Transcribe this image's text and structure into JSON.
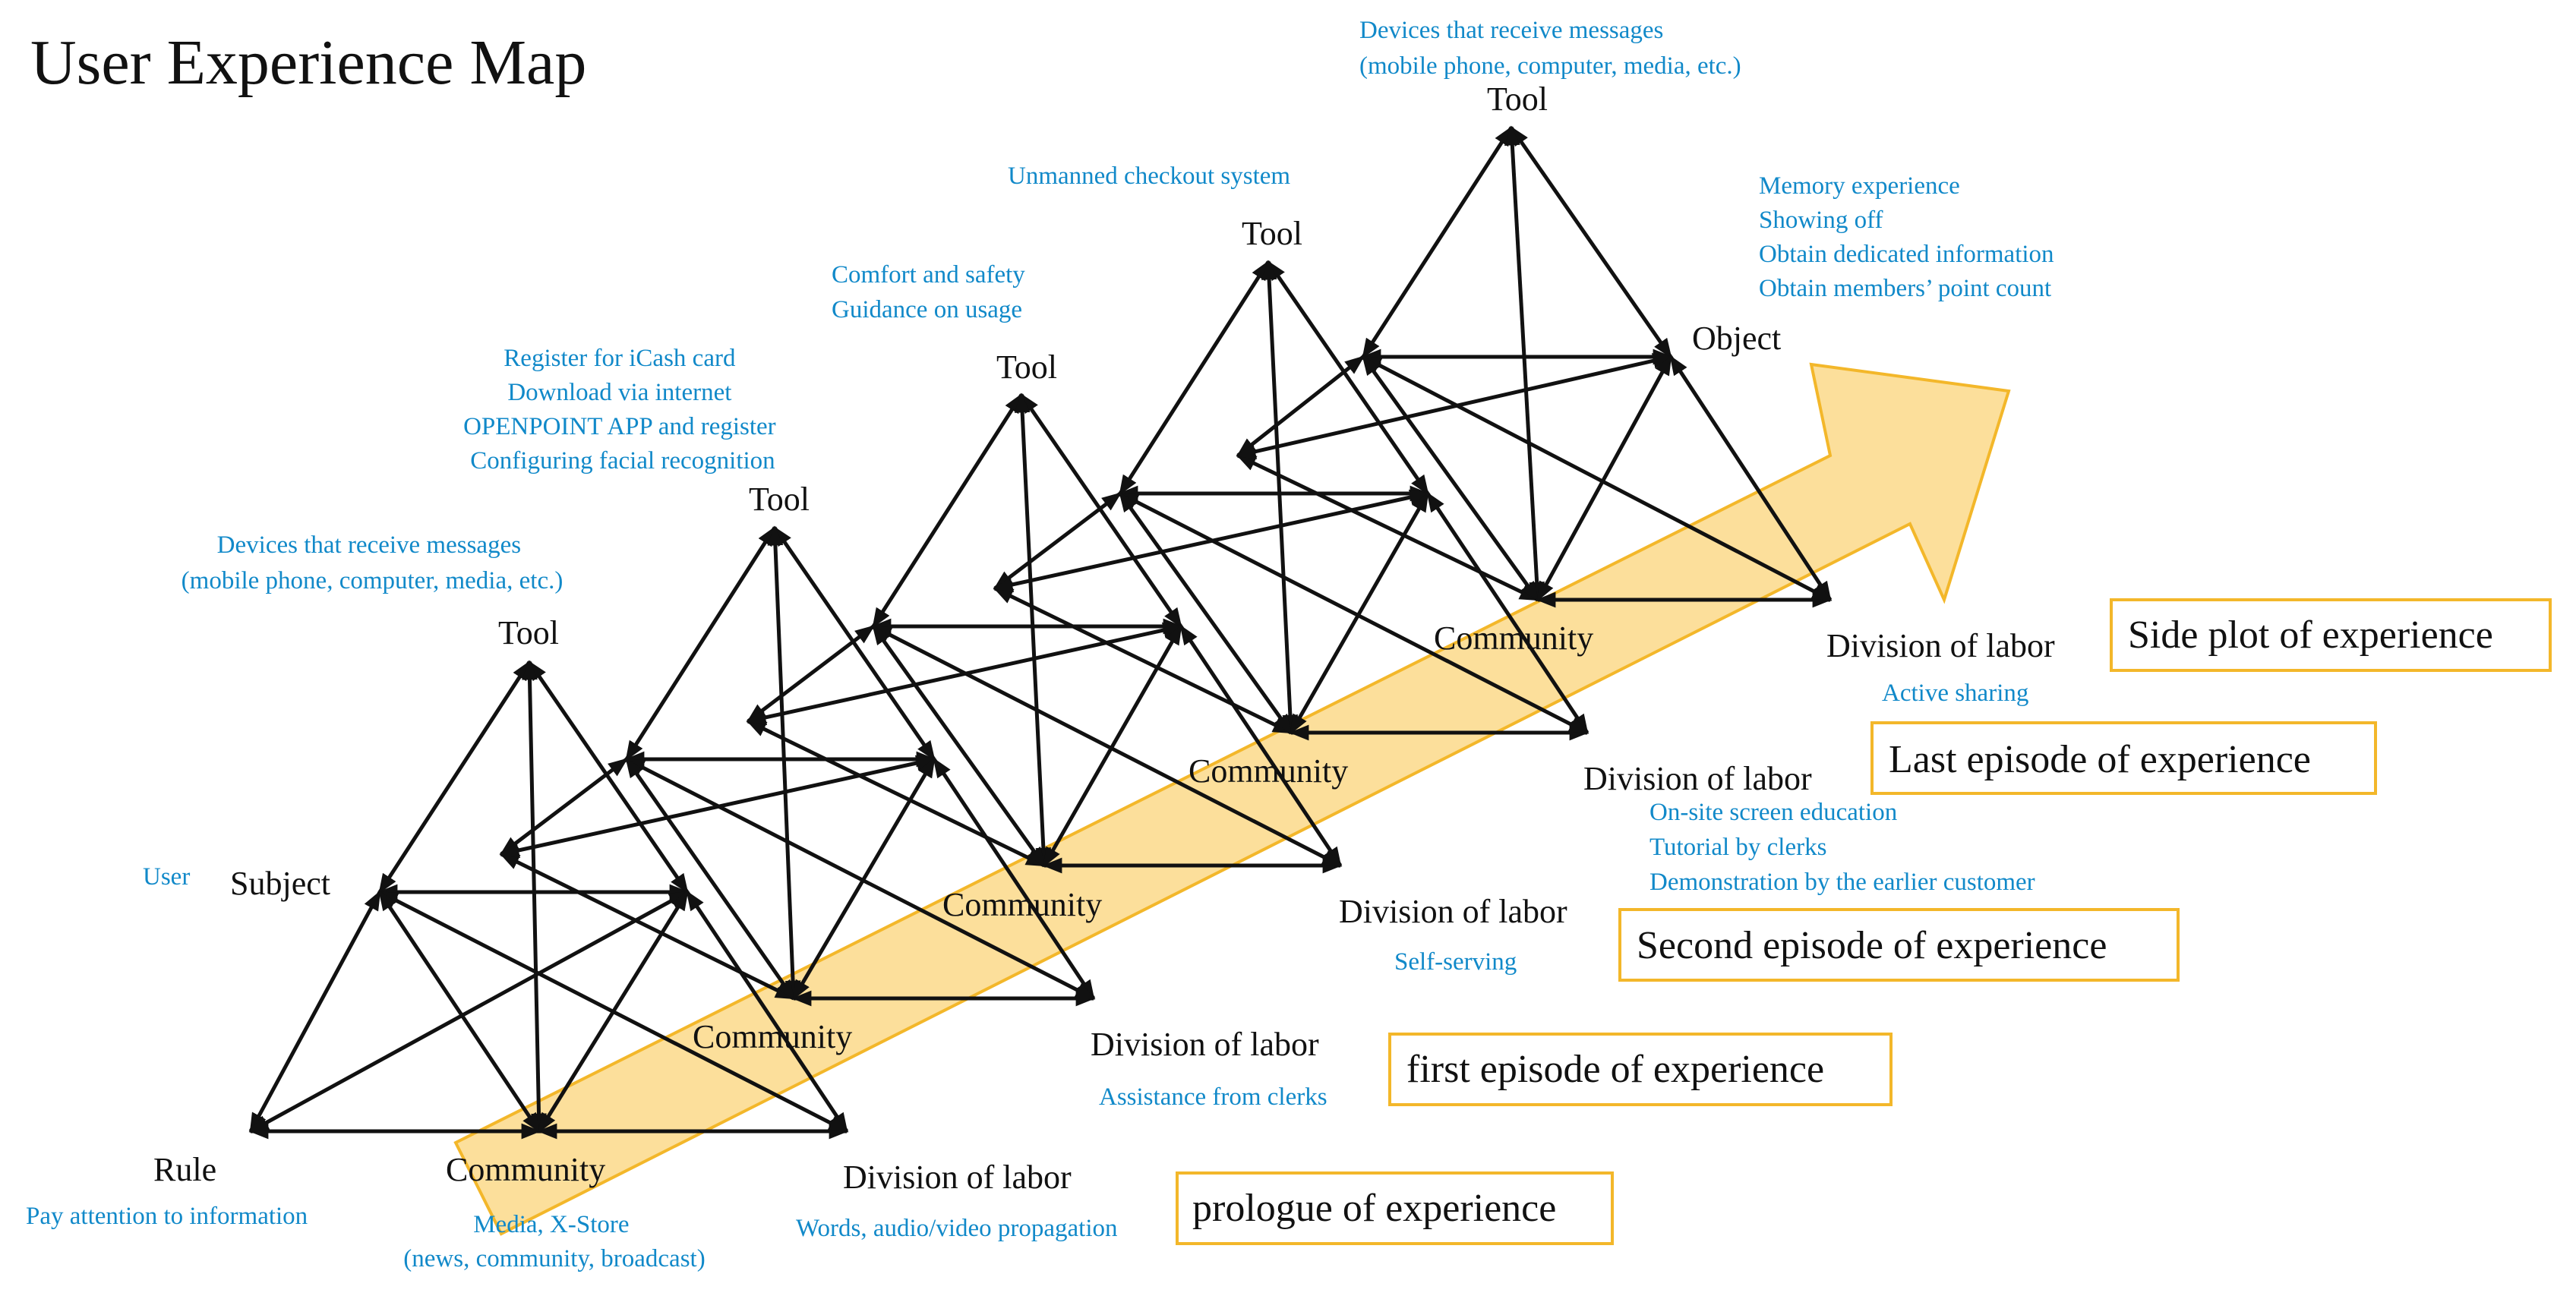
{
  "title": "User Experience Map",
  "colors": {
    "arrow_fill": "#fbd98a",
    "arrow_stroke": "#f3b72a",
    "note_text": "#1189c9",
    "edge": "#111111"
  },
  "stages": [
    "prologue of experience",
    "first episode of experience",
    "Second episode of experience",
    "Last episode of experience",
    "Side plot of experience"
  ],
  "nodes": {
    "tool": "Tool",
    "subject": "Subject",
    "object": "Object",
    "rule": "Rule",
    "community": "Community",
    "division": "Division of labor"
  },
  "notes": {
    "user": "User",
    "pay_attention": "Pay attention to information",
    "media_xstore": [
      "Media, X-Store",
      "(news, community, broadcast)"
    ],
    "words_propagation": "Words, audio/video propagation",
    "devices_1": [
      "Devices that receive messages",
      "(mobile phone, computer, media, etc.)"
    ],
    "register": [
      "Register for iCash card",
      "Download via internet",
      "OPENPOINT APP and register",
      "Configuring facial recognition"
    ],
    "assistance": "Assistance from clerks",
    "comfort": [
      "Comfort and safety",
      "Guidance on usage"
    ],
    "self_serving": "Self-serving",
    "unmanned": "Unmanned checkout system",
    "onsite": [
      "On-site screen education",
      "Tutorial by clerks",
      "Demonstration by the earlier customer"
    ],
    "devices_2": [
      "Devices that receive messages",
      "(mobile phone, computer, media, etc.)"
    ],
    "memory": [
      "Memory experience",
      "Showing off",
      "Obtain dedicated information",
      "Obtain members’ point count"
    ],
    "active_sharing": "Active sharing"
  }
}
